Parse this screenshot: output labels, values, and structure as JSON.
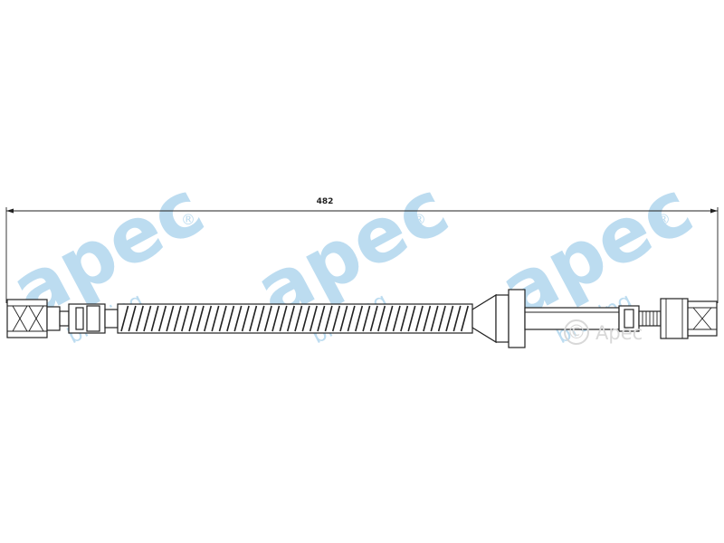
{
  "dimension": {
    "label": "482"
  },
  "watermark": {
    "brand_letters": "apec",
    "tagline": "braking",
    "reg_mark": "®",
    "color": "#bcdcf0"
  },
  "copyright": {
    "symbol": "©",
    "text": "Apec"
  },
  "hose": {
    "line_color": "#222222",
    "corrugation_count": 46
  }
}
